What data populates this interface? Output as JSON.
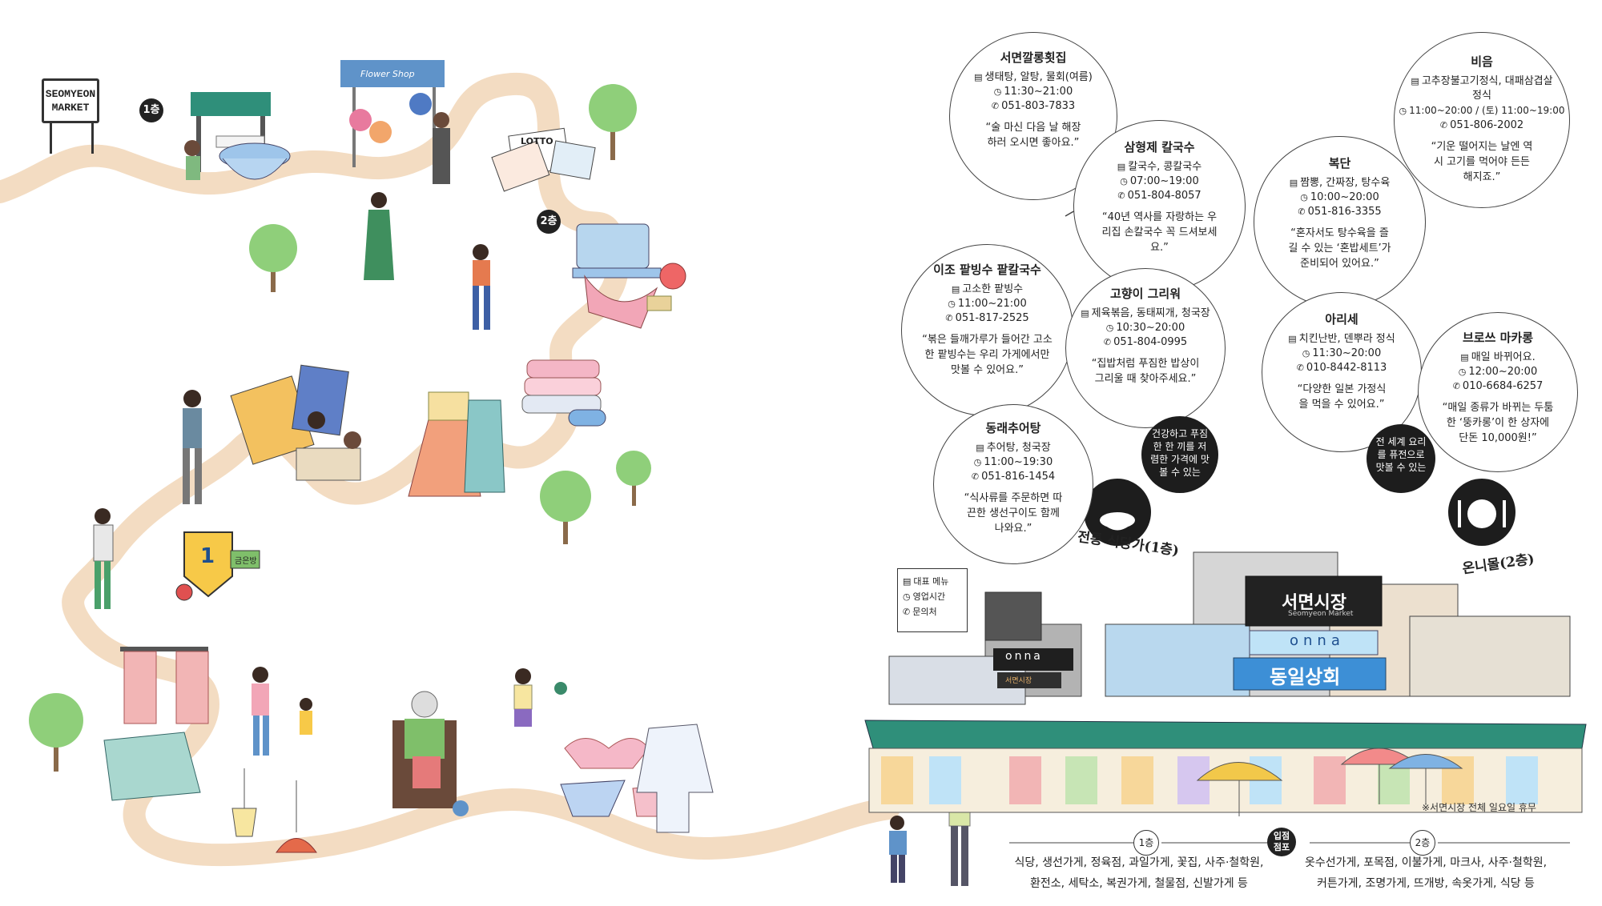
{
  "map": {
    "sign_line1": "SEOMYEON",
    "sign_line2": "MARKET",
    "floor1_badge": "1층",
    "floor2_badge": "2층",
    "flower_shop_sign": "Flower Shop",
    "lotto_label": "LOTTO",
    "gold_label": "1",
    "gold_tag": "금은방"
  },
  "restaurants": [
    {
      "name": "서면깔롱횟집",
      "menu": "생태탕, 알탕, 물회(여름)",
      "hours": "11:30~21:00",
      "phone": "051-803-7833",
      "quote": "“술 마신 다음 날 해장하러 오시면 좋아요.”"
    },
    {
      "name": "삼형제 칼국수",
      "menu": "칼국수, 콩칼국수",
      "hours": "07:00~19:00",
      "phone": "051-804-8057",
      "quote": "“40년 역사를 자랑하는 우리집 손칼국수 꼭 드셔보세요.”"
    },
    {
      "name": "이조 팥빙수 팥칼국수",
      "menu": "고소한 팥빙수",
      "hours": "11:00~21:00",
      "phone": "051-817-2525",
      "quote": "“볶은 들깨가루가 들어간 고소한 팥빙수는 우리 가게에서만 맛볼 수 있어요.”"
    },
    {
      "name": "고향이 그리워",
      "menu": "제육볶음, 동태찌개, 청국장",
      "hours": "10:30~20:00",
      "phone": "051-804-0995",
      "quote": "“집밥처럼 푸짐한 밥상이 그리울 때 찾아주세요.”"
    },
    {
      "name": "동래추어탕",
      "menu": "추어탕, 청국장",
      "hours": "11:00~19:30",
      "phone": "051-816-1454",
      "quote": "“식사류를 주문하면 따끈한 생선구이도 함께 나와요.”"
    },
    {
      "name": "비음",
      "menu": "고추장불고기정식, 대패삼겹살정식",
      "hours": "11:00~20:00 / (토) 11:00~19:00",
      "phone": "051-806-2002",
      "quote": "“기운 떨어지는 날엔 역시 고기를 먹어야 든든해지죠.”"
    },
    {
      "name": "복단",
      "menu": "짬뽕, 간짜장, 탕수육",
      "hours": "10:00~20:00",
      "phone": "051-816-3355",
      "quote": "“혼자서도 탕수육을 즐길 수 있는 ‘혼밥세트’가 준비되어 있어요.”"
    },
    {
      "name": "아리세",
      "menu": "치킨난반, 덴뿌라 정식",
      "hours": "11:30~20:00",
      "phone": "010-8442-8113",
      "quote": "“다양한 일본 가정식을 먹을 수 있어요.”"
    },
    {
      "name": "브로쓰 마카롱",
      "menu": "매일 바뀌어요.",
      "hours": "12:00~20:00",
      "phone": "010-6684-6257",
      "quote": "“매일 종류가 바뀌는 두툼한 ‘뚱카롱’이 한 상자에 단돈 10,000원!”"
    }
  ],
  "callouts": {
    "traditional_desc": "건강하고 푸짐한 한 끼를 저렴한 가격에 맛볼 수 있는",
    "traditional_label": "전통 식당가(1층)",
    "onni_desc": "전 세계 요리를 퓨전으로 맛볼 수 있는",
    "onni_label": "온니몰(2층)"
  },
  "legend": {
    "menu": "대표 메뉴",
    "hours": "영업시간",
    "phone": "문의처"
  },
  "building": {
    "sign_main": "서면시장",
    "sign_sub": "Seomyeon Market",
    "onna": "onna",
    "dongil": "동일상회",
    "small_sign": "서면시장"
  },
  "footnote": "※서면시장 전체 일요일 휴무",
  "stores": {
    "floor1_label": "1층",
    "floor2_label": "2층",
    "center_badge_l1": "입점",
    "center_badge_l2": "점포",
    "floor1_line1": "식당, 생선가게, 정육점, 과일가게, 꽃집, 사주·철학원,",
    "floor1_line2": "환전소, 세탁소, 복권가게, 철물점, 신발가게 등",
    "floor2_line1": "옷수선가게, 포목점, 이불가게, 마크사, 사주·철학원,",
    "floor2_line2": "커튼가게, 조명가게, 뜨개방, 속옷가게, 식당 등"
  },
  "colors": {
    "path": "#f3dcc2",
    "tree": "#8fcf7a",
    "awning_green": "#2f8f7a",
    "sign_blue": "#5f93c9",
    "dark": "#1d1d1d"
  }
}
